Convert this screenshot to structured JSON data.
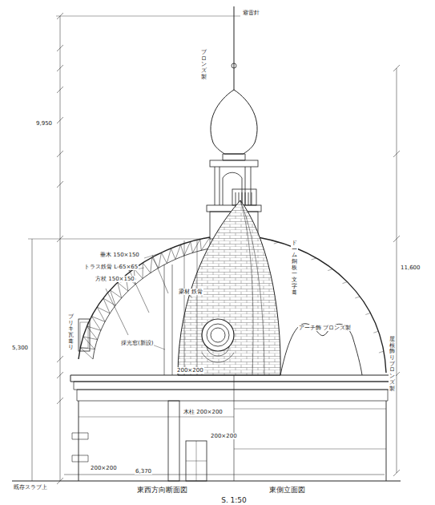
{
  "diagram": {
    "labels": [
      "避雷針",
      "ブロンズ製",
      "9,950",
      "5,300",
      "11,600",
      "6,370",
      "垂木 150×150",
      "トラス鉄骨 L-65×65",
      "方杖 150×150",
      "梁材 鉄骨",
      "採光窓(新設)",
      "ブリキ 瓦葺り",
      "200×200",
      "木柱 200×200",
      "200×200",
      "200×200",
      "既存スラブ上",
      "ドーム銅板 一文字葺",
      "アーチ飾 ブロンズ製",
      "屋根飾りブロンズ製",
      "東西方向断面図",
      "東側立面図",
      "S. 1:50"
    ]
  }
}
